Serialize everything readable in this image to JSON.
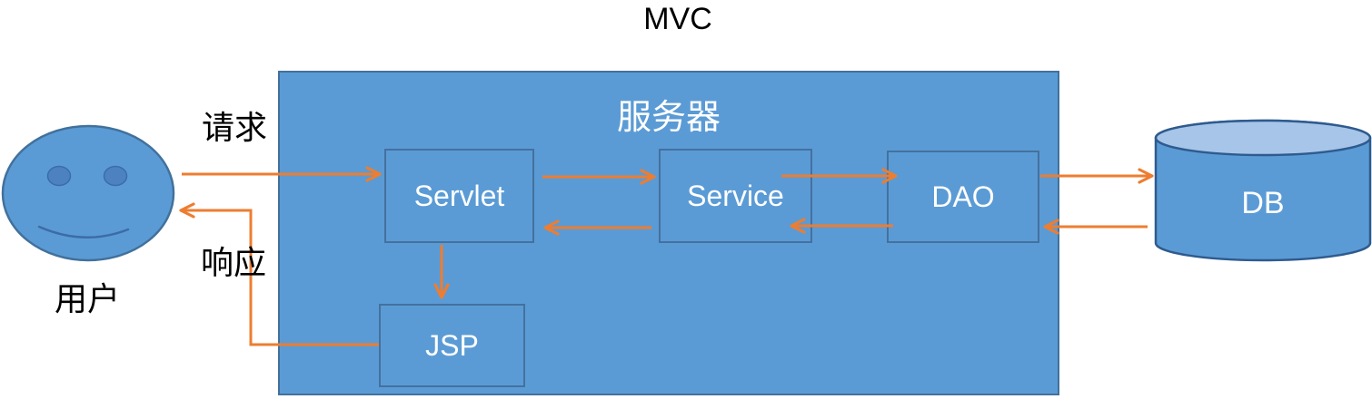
{
  "diagram": {
    "title": "MVC"
  },
  "actor": {
    "label": "用户"
  },
  "annotations": {
    "request": "请求",
    "response": "响应"
  },
  "server": {
    "label": "服务器",
    "components": {
      "servlet": {
        "label": "Servlet"
      },
      "service": {
        "label": "Service"
      },
      "dao": {
        "label": "DAO"
      },
      "jsp": {
        "label": "JSP"
      }
    }
  },
  "database": {
    "label": "DB"
  },
  "colors": {
    "shape_fill": "#5B9BD5",
    "shape_border": "#41719C",
    "cylinder_top_fill": "#A7C5E8",
    "cylinder_border": "#2E5B8F",
    "arrow": "#ED7D31",
    "text_on_shape": "#FFFFFF",
    "text_dark": "#000000",
    "eye_fill": "#4D82C0",
    "face_feature_stroke": "#3C6CA8"
  },
  "edges": [
    {
      "from": "用户",
      "to": "Servlet",
      "label": "请求"
    },
    {
      "from": "Servlet",
      "to": "Service",
      "label": ""
    },
    {
      "from": "Service",
      "to": "Servlet",
      "label": ""
    },
    {
      "from": "Service",
      "to": "DAO",
      "label": ""
    },
    {
      "from": "DAO",
      "to": "Service",
      "label": ""
    },
    {
      "from": "DAO",
      "to": "DB",
      "label": ""
    },
    {
      "from": "DB",
      "to": "DAO",
      "label": ""
    },
    {
      "from": "Servlet",
      "to": "JSP",
      "label": ""
    },
    {
      "from": "JSP",
      "to": "用户",
      "label": "响应"
    }
  ]
}
